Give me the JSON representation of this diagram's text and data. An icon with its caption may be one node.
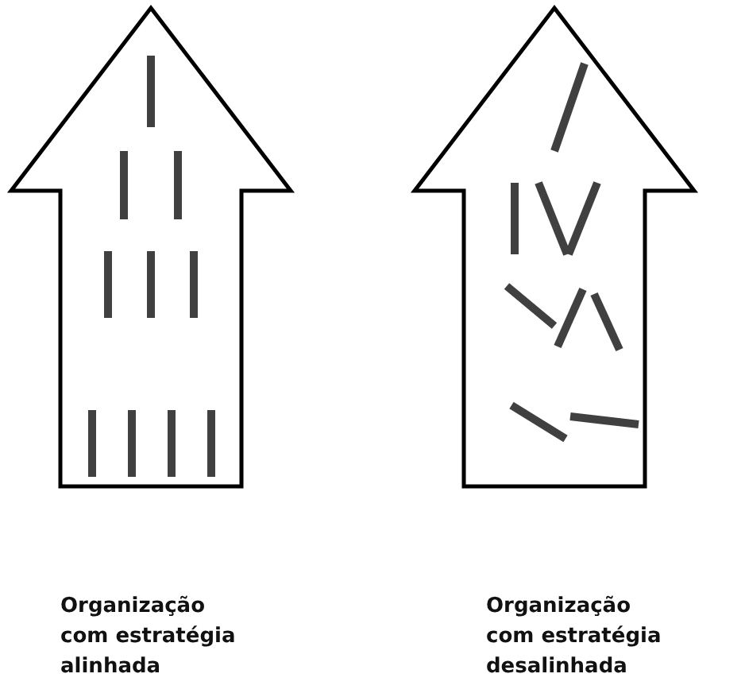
{
  "diagram": {
    "nodes": [
      {
        "text": [],
        "shape": "arrow"
      },
      {
        "text": [],
        "shape": "arrow"
      }
    ],
    "labels": [
      "Organização com estratégia alinhada",
      "Organização com estratégia desalinhada"
    ]
  }
}
